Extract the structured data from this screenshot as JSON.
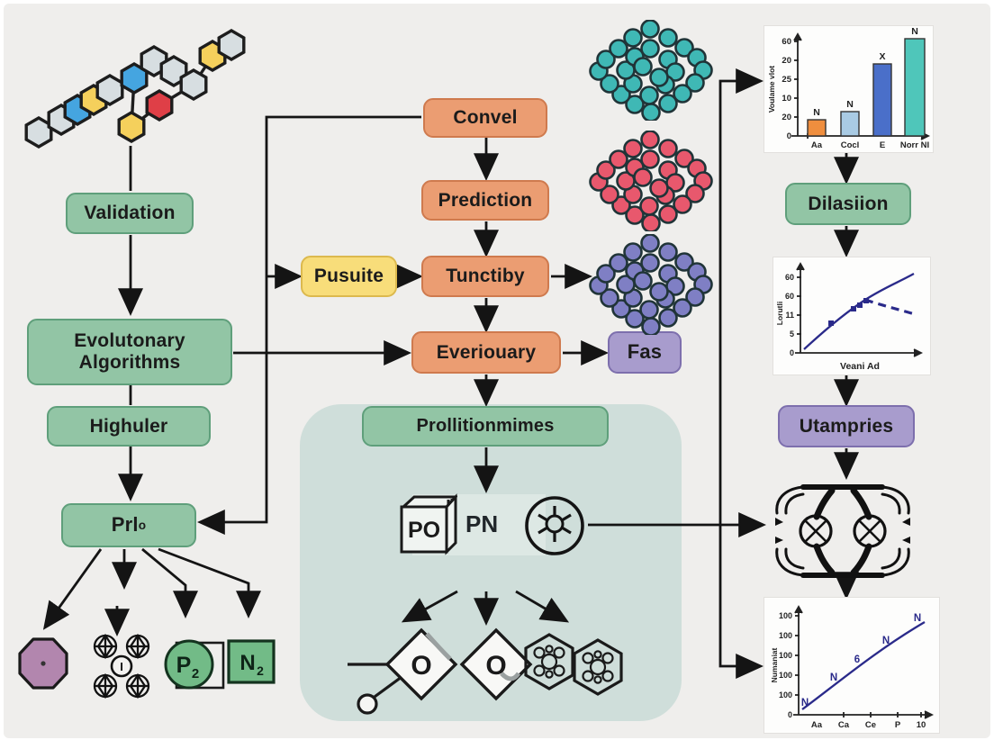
{
  "boxes": {
    "validation": "Validation",
    "evolutionary_line1": "Evolutonary",
    "evolutionary_line2": "Algorithms",
    "highuler": "Highuler",
    "prlo_main": "Prl",
    "prlo_sub": "o",
    "convel": "Convel",
    "prediction": "Prediction",
    "pusuite": "Pusuite",
    "tunctiby": "Tunctiby",
    "everiouary": "Everiouary",
    "fas": "Fas",
    "prollitionmimes": "Prollitionmimes",
    "dilasiion": "Dilasiion",
    "utampries": "Utampries"
  },
  "icons": {
    "po_label": "PO",
    "pn_label": "PN",
    "compass_center": "I",
    "p2_main": "P",
    "p2_sub": "2",
    "n2_main": "N",
    "n2_sub": "2",
    "diamond_o_left": "O",
    "diamond_o_right": "O"
  },
  "colors": {
    "background": "#efeeec",
    "teal_panel": "#cfdeda",
    "green_box": "#92c5a5",
    "orange_box": "#eb9d72",
    "yellow_box": "#f8dd7a",
    "purple_box": "#a89ccd",
    "octagon_icon": "#b286ae",
    "p2_n2_green": "#72bb87",
    "cluster_teal": "#3fb8b5",
    "cluster_red": "#e8586d",
    "cluster_purple": "#7f7fc4",
    "line_color": "#141414",
    "chart_line": "#2a2a8a"
  },
  "chart_data": [
    {
      "type": "bar",
      "title": "",
      "xlabel": "",
      "ylabel": "Voulame vlot",
      "categories": [
        "Aa",
        "Cocl",
        "E",
        "Norr NI"
      ],
      "values": [
        9,
        13,
        40,
        54
      ],
      "bar_labels": [
        "N",
        "N",
        "X",
        "N"
      ],
      "bar_colors": [
        "#ef8e3e",
        "#a9cbe4",
        "#4a6fc9",
        "#4fc6ba"
      ],
      "yticks_bottom_up": [
        "0",
        "20",
        "10",
        "25",
        "20",
        "60"
      ],
      "ylim": [
        0,
        60
      ],
      "grid": false,
      "legend": "none"
    },
    {
      "type": "line",
      "title": "",
      "xlabel": "Veani Ad",
      "ylabel": "Lorutli",
      "yticks_bottom_up": [
        "0",
        "5",
        "11",
        "60",
        "60"
      ],
      "series": [
        {
          "name": "solid-rising",
          "style": "solid",
          "x": [
            0.05,
            0.25,
            0.45,
            0.55,
            0.95
          ],
          "y": [
            0.04,
            0.33,
            0.52,
            0.62,
            0.92
          ]
        },
        {
          "name": "dashed-declining",
          "style": "dashed",
          "x": [
            0.55,
            0.95
          ],
          "y": [
            0.62,
            0.45
          ]
        }
      ],
      "markers": "square",
      "grid": false,
      "legend": "none"
    },
    {
      "type": "line",
      "title": "",
      "xlabel": "",
      "ylabel": "Numaniat",
      "categories": [
        "Aa",
        "Ca",
        "Ce",
        "P",
        "10"
      ],
      "yticks_bottom_up": [
        "0",
        "100",
        "100",
        "100",
        "100",
        "100"
      ],
      "point_labels": [
        "N",
        "N",
        "6",
        "N",
        "N"
      ],
      "values_norm": [
        0.05,
        0.33,
        0.52,
        0.68,
        0.88
      ],
      "grid": false,
      "legend": "none"
    }
  ]
}
